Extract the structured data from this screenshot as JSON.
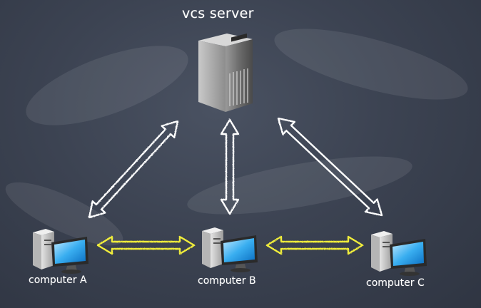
{
  "server": {
    "label": "vcs server",
    "icon": "server-tower-icon"
  },
  "computers": [
    {
      "label": "computer A",
      "icon": "desktop-computer-icon"
    },
    {
      "label": "computer B",
      "icon": "desktop-computer-icon"
    },
    {
      "label": "computer C",
      "icon": "desktop-computer-icon"
    }
  ],
  "connections": [
    {
      "from": "vcs server",
      "to": "computer A",
      "color": "#ffffff"
    },
    {
      "from": "vcs server",
      "to": "computer B",
      "color": "#ffffff"
    },
    {
      "from": "vcs server",
      "to": "computer C",
      "color": "#ffffff"
    },
    {
      "from": "computer A",
      "to": "computer B",
      "color": "#f1ee3a"
    },
    {
      "from": "computer B",
      "to": "computer C",
      "color": "#f1ee3a"
    }
  ],
  "colors": {
    "background": "#3c4352",
    "server_to_client_arrows": "#ffffff",
    "peer_arrows": "#f1ee3a",
    "label_text": "#ffffff"
  }
}
